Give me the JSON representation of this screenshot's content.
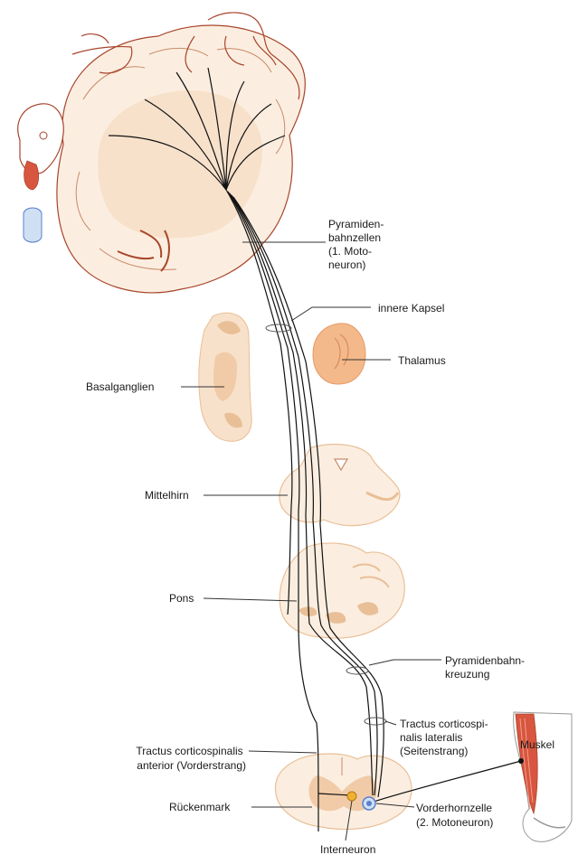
{
  "labels": {
    "pyramiden": [
      "Pyramiden-",
      "bahnzellen",
      "(1. Moto-",
      "neuron)"
    ],
    "innere_kapsel": "innere Kapsel",
    "thalamus": "Thalamus",
    "basalganglien": "Basalganglien",
    "mittelhirn": "Mittelhirn",
    "pons": "Pons",
    "pyramidenbahnkreuzung": [
      "Pyramidenbahn-",
      "kreuzung"
    ],
    "tractus_lateralis": [
      "Tractus corticospi-",
      "nalis lateralis",
      "(Seitenstrang)"
    ],
    "tractus_anterior": [
      "Tractus corticospinalis",
      "anterior (Vorderstrang)"
    ],
    "muskel": "Muskel",
    "rueckenmark": "Rückenmark",
    "vorderhornzelle": [
      "Vorderhornzelle",
      "(2. Motoneuron)"
    ],
    "interneuron": "Interneuron"
  },
  "colors": {
    "tissue_light": "#fbeee0",
    "tissue_mid": "#f5d9bd",
    "tissue_dark": "#e9bf97",
    "outline": "#b4846a",
    "brain_red": "#a8452b",
    "thalamus": "#f4b98a",
    "muscle_red": "#d8553f",
    "interneuron": "#f0b032",
    "motoneuron": "#5b7fd1",
    "tract": "#111111",
    "leader": "#333333"
  }
}
